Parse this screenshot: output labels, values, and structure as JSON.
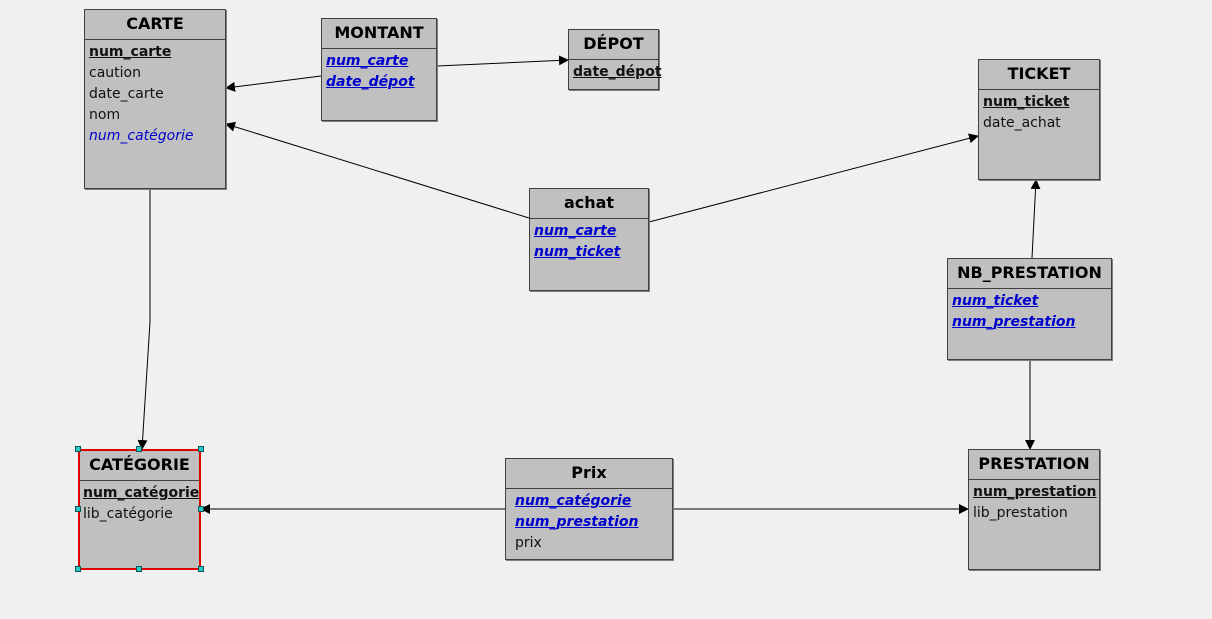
{
  "entities": {
    "carte": {
      "name": "CARTE",
      "fields": [
        {
          "label": "num_carte",
          "kind": "pk"
        },
        {
          "label": "caution",
          "kind": "plain"
        },
        {
          "label": "date_carte",
          "kind": "plain"
        },
        {
          "label": "nom",
          "kind": "plain"
        },
        {
          "label": "num_catégorie",
          "kind": "fk"
        }
      ]
    },
    "montant": {
      "name": "MONTANT",
      "fields": [
        {
          "label": "num_carte",
          "kind": "pkfk"
        },
        {
          "label": "date_dépot",
          "kind": "pkfk"
        }
      ]
    },
    "depot": {
      "name": "DÉPOT",
      "fields": [
        {
          "label": "date_dépot",
          "kind": "pk"
        }
      ]
    },
    "ticket": {
      "name": "TICKET",
      "fields": [
        {
          "label": "num_ticket",
          "kind": "pk"
        },
        {
          "label": "date_achat",
          "kind": "plain"
        }
      ]
    },
    "achat": {
      "name": "achat",
      "fields": [
        {
          "label": "num_carte",
          "kind": "pkfk"
        },
        {
          "label": "num_ticket",
          "kind": "pkfk"
        }
      ]
    },
    "nb_prestation": {
      "name": "NB_PRESTATION",
      "fields": [
        {
          "label": "num_ticket",
          "kind": "pkfk"
        },
        {
          "label": "num_prestation",
          "kind": "pkfk"
        }
      ]
    },
    "categorie": {
      "name": "CATÉGORIE",
      "selected": true,
      "fields": [
        {
          "label": "num_catégorie",
          "kind": "pk"
        },
        {
          "label": "lib_catégorie",
          "kind": "plain"
        }
      ]
    },
    "prix": {
      "name": "Prix",
      "fields": [
        {
          "label": "num_catégorie",
          "kind": "pkfk"
        },
        {
          "label": "num_prestation",
          "kind": "pkfk"
        },
        {
          "label": "prix",
          "kind": "plain"
        }
      ]
    },
    "prestation": {
      "name": "PRESTATION",
      "fields": [
        {
          "label": "num_prestation",
          "kind": "pk"
        },
        {
          "label": "lib_prestation",
          "kind": "plain"
        }
      ]
    }
  },
  "relationships": [
    {
      "from": "montant",
      "to": "carte"
    },
    {
      "from": "montant",
      "to": "depot"
    },
    {
      "from": "achat",
      "to": "carte"
    },
    {
      "from": "achat",
      "to": "ticket"
    },
    {
      "from": "carte",
      "to": "categorie"
    },
    {
      "from": "nb_prestation",
      "to": "ticket"
    },
    {
      "from": "nb_prestation",
      "to": "prestation"
    },
    {
      "from": "prix",
      "to": "categorie"
    },
    {
      "from": "prix",
      "to": "prestation"
    }
  ],
  "colors": {
    "box_fill": "#c0c0c0",
    "box_border": "#404040",
    "canvas": "#f0f0f0",
    "foreign_key": "#0000cc",
    "selection": "#e00000",
    "handle": "#2fc6c6"
  }
}
